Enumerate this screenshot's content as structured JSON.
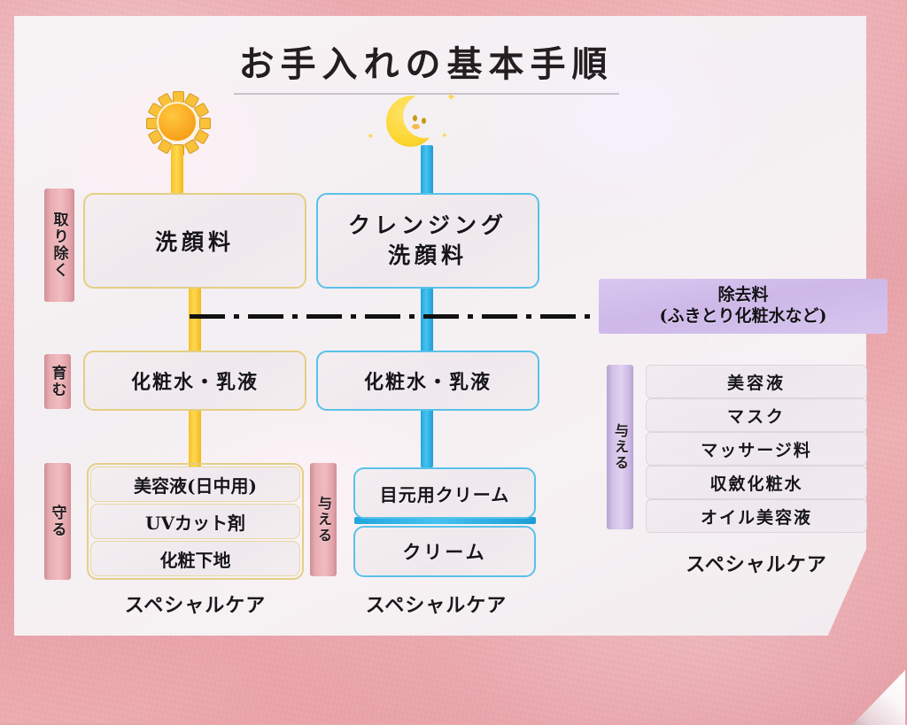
{
  "page": {
    "title": "お手入れの基本手順"
  },
  "icons": {
    "sun": "sun-icon",
    "moon": "moon-icon",
    "star": "star-icon"
  },
  "columns": {
    "day": {
      "icon": "sun-icon",
      "accent": "#f6c12a",
      "steps": [
        {
          "label": "洗顔料"
        },
        {
          "label": "化粧水・乳液"
        }
      ],
      "group": [
        "美容液(日中用)",
        "UVカット剤",
        "化粧下地"
      ],
      "caption": "スペシャルケア"
    },
    "night": {
      "icon": "moon-icon",
      "accent": "#22a6dd",
      "steps": [
        {
          "label": "クレンジング\n洗顔料"
        },
        {
          "label": "化粧水・乳液"
        }
      ],
      "group": [
        "目元用クリーム",
        "クリーム"
      ],
      "caption": "スペシャルケア"
    }
  },
  "step_labels": [
    {
      "text": "取り除く",
      "color": "pink"
    },
    {
      "text": "育む",
      "color": "pink"
    },
    {
      "text": "守る",
      "color": "pink"
    },
    {
      "text": "与える",
      "color": "pink"
    },
    {
      "text": "与える",
      "color": "purple"
    }
  ],
  "boxes": {
    "cleanser_day": "洗顔料",
    "cleanser_night_line1": "クレンジング",
    "cleanser_night_line2": "洗顔料",
    "lotion_day": "化粧水・乳液",
    "lotion_night": "化粧水・乳液",
    "serum_day": "美容液(日中用)",
    "uv_cut": "UVカット剤",
    "makeup_base": "化粧下地",
    "eye_cream": "目元用クリーム",
    "cream": "クリーム"
  },
  "removal": {
    "line1": "除去料",
    "line2": "(ふきとり化粧水など)"
  },
  "special_care": {
    "label": "与える",
    "items": [
      "美容液",
      "マスク",
      "マッサージ料",
      "収斂化粧水",
      "オイル美容液"
    ],
    "caption": "スペシャルケア"
  },
  "captions": {
    "day": "スペシャルケア",
    "night": "スペシャルケア",
    "special": "スペシャルケア"
  },
  "colors": {
    "gold": "#e3cf86",
    "gold_bar": "#f6c12a",
    "blue": "#58c2e9",
    "blue_bar": "#22a6dd",
    "pink_label": "#e3a3aa",
    "purple_label": "#cbb8e4",
    "purple_banner": "#cdb8e8",
    "frame_pink": "#e7a2a8",
    "paper": "#f4eff2"
  }
}
